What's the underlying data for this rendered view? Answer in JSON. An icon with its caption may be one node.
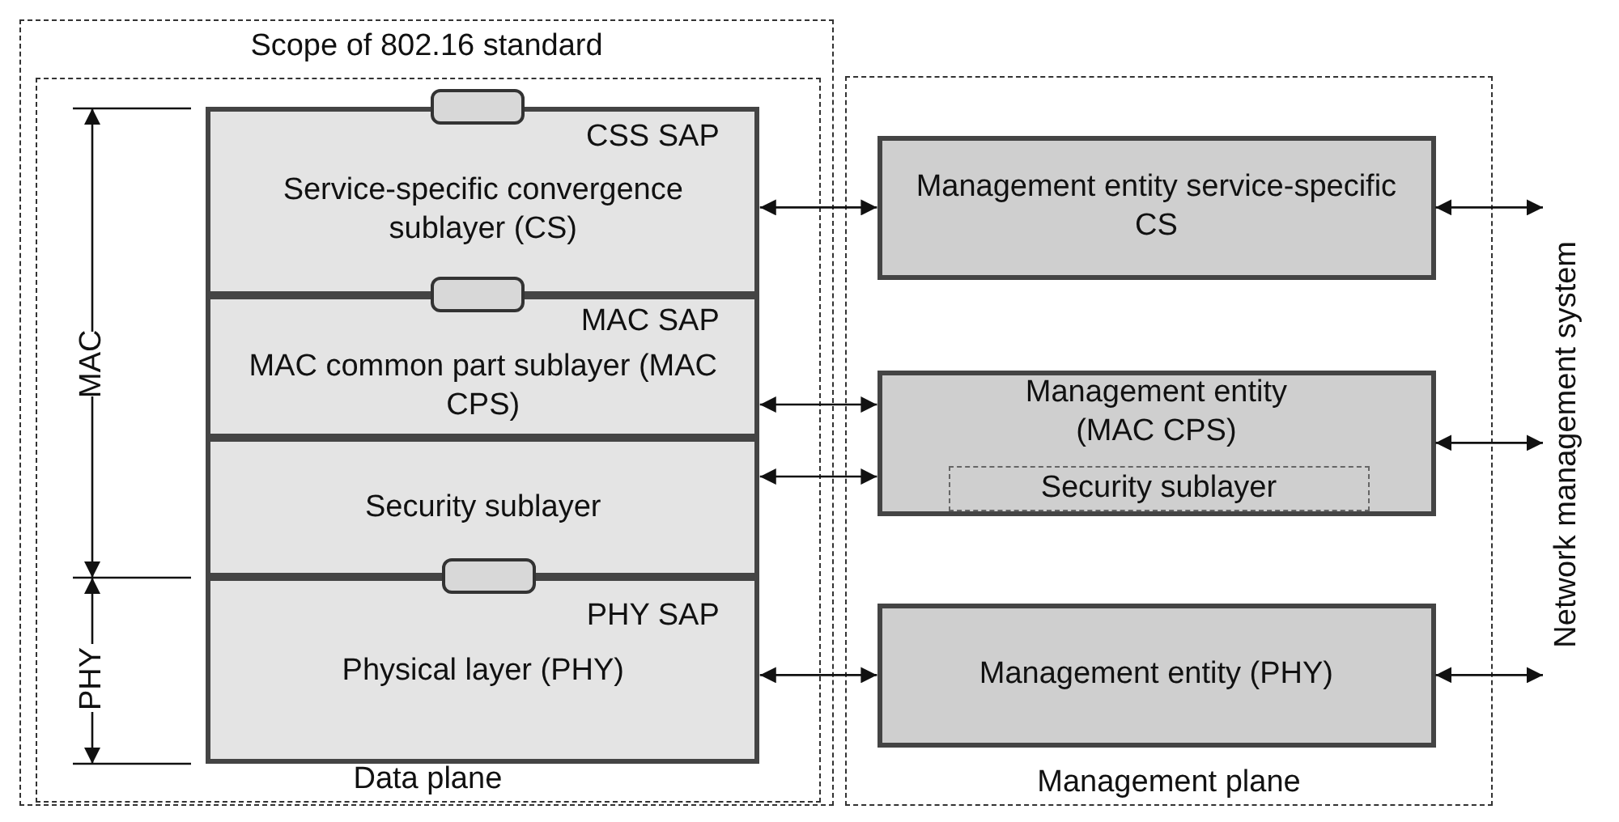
{
  "diagram": {
    "nodes": [
      {
        "text": [
          "Scope of 802.16 standard"
        ]
      },
      {
        "text": [
          "Data plane"
        ],
        "in": 0
      },
      {
        "text": [
          "CSS SAP",
          "Service-specific convergence sublayer (CS)"
        ],
        "in": 1
      },
      {
        "text": [
          "MAC SAP",
          "MAC common part sublayer (MAC CPS)"
        ],
        "in": 1
      },
      {
        "text": [
          "Security sublayer"
        ],
        "in": 1
      },
      {
        "text": [
          "PHY SAP",
          "Physical layer (PHY)"
        ],
        "in": 1
      },
      {
        "text": [
          "Management plane"
        ]
      },
      {
        "text": [
          "Management entity service-specific CS"
        ],
        "in": 6
      },
      {
        "text": [
          "Management entity (MAC CPS)"
        ],
        "in": 6
      },
      {
        "text": [
          "Security sublayer"
        ],
        "in": 8
      },
      {
        "text": [
          "Management entity (PHY)"
        ],
        "in": 6
      },
      {
        "text": [
          "Network management system"
        ]
      }
    ],
    "edges": [
      {
        "from": 2,
        "to": 7,
        "arrow": "both"
      },
      {
        "from": 3,
        "to": 8,
        "arrow": "both"
      },
      {
        "from": 4,
        "to": 8,
        "arrow": "both"
      },
      {
        "from": 5,
        "to": 10,
        "arrow": "both"
      },
      {
        "from": 7,
        "to": 11,
        "arrow": "both"
      },
      {
        "from": 8,
        "to": 11,
        "arrow": "both"
      },
      {
        "from": 10,
        "to": 11,
        "arrow": "both"
      }
    ],
    "labels": [
      "MAC",
      "PHY"
    ]
  }
}
